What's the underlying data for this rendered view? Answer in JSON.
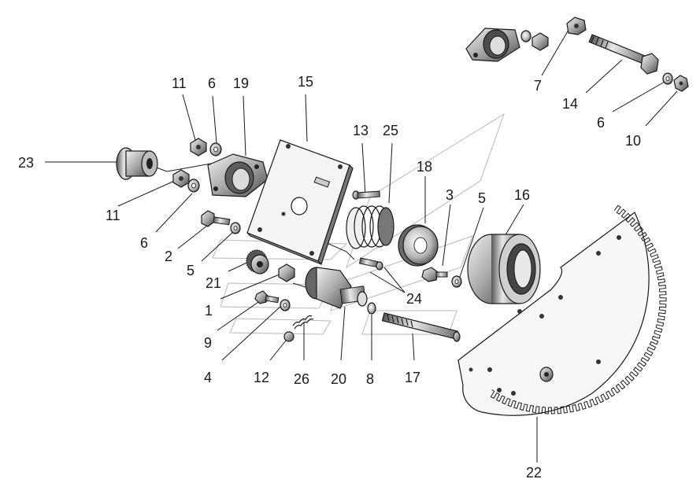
{
  "callouts": {
    "c1": "1",
    "c2": "2",
    "c3": "3",
    "c4": "4",
    "c5a": "5",
    "c5b": "5",
    "c6a": "6",
    "c6b": "6",
    "c6c": "6",
    "c7": "7",
    "c8": "8",
    "c9": "9",
    "c10": "10",
    "c11a": "11",
    "c11b": "11",
    "c12": "12",
    "c13": "13",
    "c14": "14",
    "c15": "15",
    "c16": "16",
    "c17": "17",
    "c18": "18",
    "c19": "19",
    "c20": "20",
    "c21": "21",
    "c22": "22",
    "c23": "23",
    "c24": "24",
    "c25": "25",
    "c26": "26"
  }
}
